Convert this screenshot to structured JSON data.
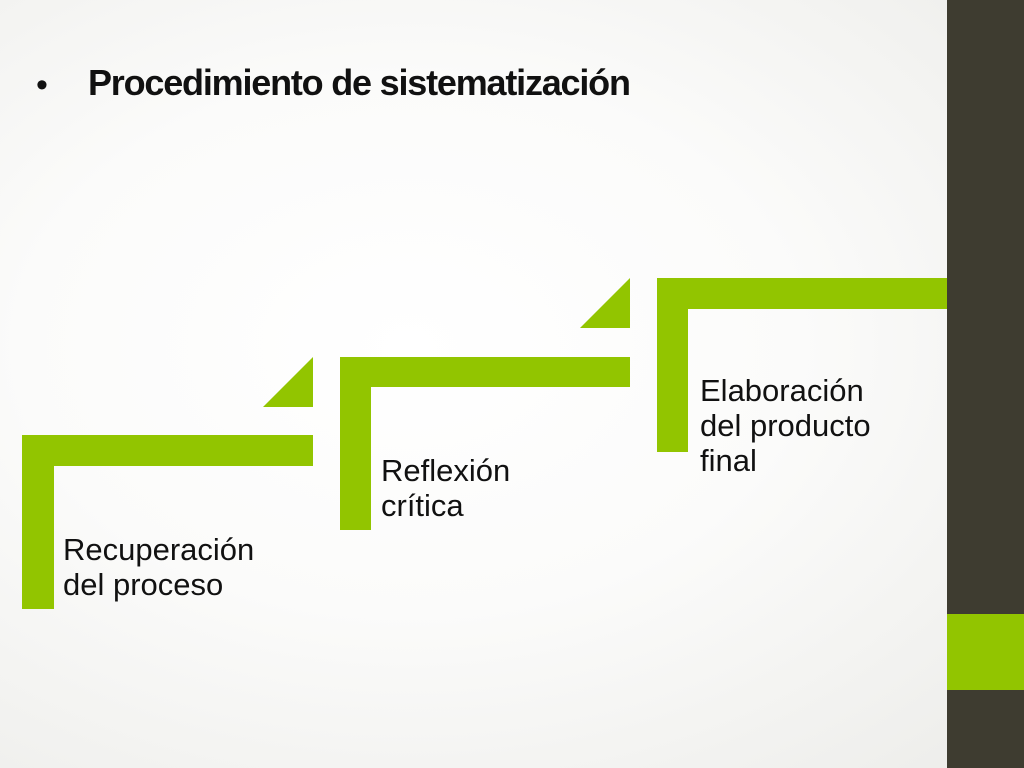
{
  "slide": {
    "bullet": "•",
    "title": "Procedimiento de sistematización"
  },
  "process": {
    "steps": [
      {
        "label": "Recuperación\ndel  proceso"
      },
      {
        "label": "Reflexión\ncrítica"
      },
      {
        "label": "Elaboración\ndel producto\nfinal"
      }
    ]
  },
  "colors": {
    "accent": "#92c500",
    "sidebar": "#3e3c30",
    "text": "#111111"
  }
}
